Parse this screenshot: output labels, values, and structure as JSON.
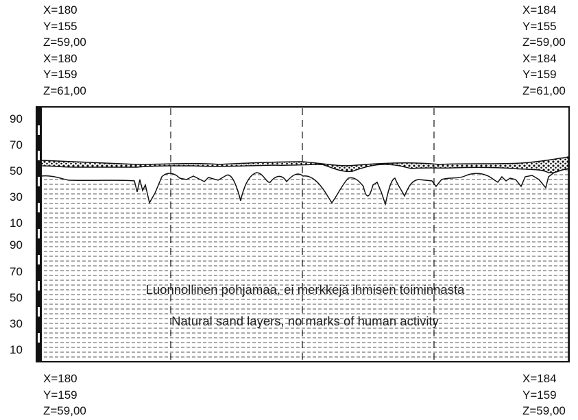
{
  "top_left": {
    "x": "X=180",
    "y1": "Y=155",
    "z1": "Z=59,00",
    "x2": "X=180",
    "y2": "Y=159",
    "z2": "Z=61,00"
  },
  "top_right": {
    "x": "X=184",
    "y1": "Y=155",
    "z1": "Z=59,00",
    "x2": "X=184",
    "y2": "Y=159",
    "z2": "Z=61,00"
  },
  "bottom_left": {
    "x": "X=180",
    "y": "Y=159",
    "z": "Z=59,00"
  },
  "bottom_right": {
    "x": "X=184",
    "y": "Y=159",
    "z": "Z=59,00"
  },
  "depth_scale": [
    "90",
    "70",
    "50",
    "30",
    "10",
    "90",
    "70",
    "50",
    "30",
    "10"
  ],
  "caption": {
    "finnish": "Luonnollinen pohjamaa, ei merkkejä ihmisen toiminnasta",
    "english": "Natural sand layers, no marks of human activity"
  },
  "colors": {
    "ink": "#111111",
    "background": "#ffffff"
  }
}
